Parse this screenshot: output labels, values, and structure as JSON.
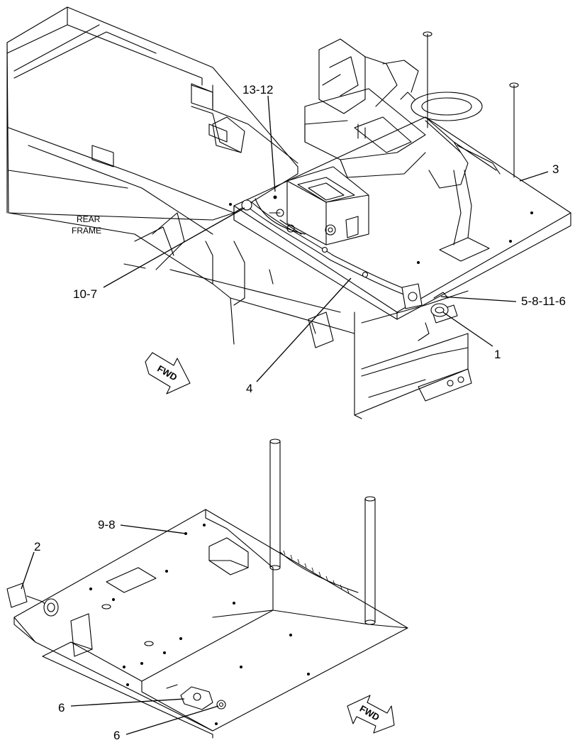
{
  "diagram": {
    "upper": {
      "rear_frame_label_line1": "REAR",
      "rear_frame_label_line2": "FRAME",
      "fwd": "FWD",
      "callouts": {
        "c13_12": "13-12",
        "c10_7": "10-7",
        "c3": "3",
        "c5_8_11_6": "5-8-11-6",
        "c1": "1",
        "c4": "4"
      }
    },
    "lower": {
      "fwd": "FWD",
      "callouts": {
        "c9_8": "9-8",
        "c2": "2",
        "c6a": "6",
        "c6b": "6"
      }
    }
  }
}
